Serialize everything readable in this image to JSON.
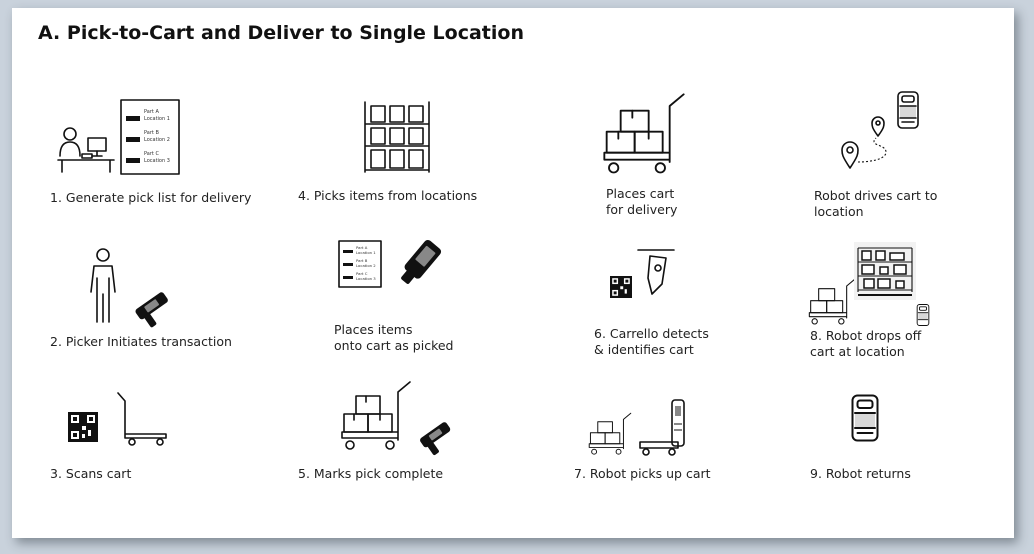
{
  "title": "A. Pick-to-Cart and Deliver to Single Location",
  "pick_list": {
    "items": [
      {
        "part": "Part A",
        "location": "Location 1"
      },
      {
        "part": "Part B",
        "location": "Location 2"
      },
      {
        "part": "Part C",
        "location": "Location 3"
      }
    ]
  },
  "steps": {
    "s1": {
      "line1": "1. Generate pick list for delivery"
    },
    "s2": {
      "line1": "2. Picker Initiates transaction"
    },
    "s3": {
      "line1": "3. Scans cart"
    },
    "s4": {
      "line1": "4. Picks items from locations"
    },
    "s4b": {
      "line1": "Places items",
      "line2": "onto cart as picked"
    },
    "s5": {
      "line1": "5. Marks pick complete"
    },
    "s5b": {
      "line1": "Places cart",
      "line2": "for delivery"
    },
    "s6": {
      "line1": "6. Carrello detects",
      "line2": "& identifies cart"
    },
    "s7": {
      "line1": "7. Robot picks up cart"
    },
    "s7b": {
      "line1": "Robot drives cart to",
      "line2": "location"
    },
    "s8": {
      "line1": "8. Robot drops off",
      "line2": "cart at location"
    },
    "s9": {
      "line1": "9. Robot returns"
    }
  },
  "icons": {
    "s1": [
      "workstation-icon",
      "pick-list-icon"
    ],
    "s2": [
      "person-icon",
      "handheld-scanner-icon"
    ],
    "s3": [
      "qr-code-icon",
      "cart-icon"
    ],
    "s4": [
      "shelving-icon"
    ],
    "s4b": [
      "pick-list-icon",
      "handheld-scanner-icon"
    ],
    "s5": [
      "loaded-cart-icon",
      "handheld-scanner-icon"
    ],
    "s5b": [
      "loaded-cart-icon"
    ],
    "s6": [
      "qr-code-icon",
      "sensor-icon"
    ],
    "s7": [
      "loaded-cart-icon",
      "robot-lifting-cart-icon"
    ],
    "s7b": [
      "route-pins-icon",
      "robot-icon"
    ],
    "s8": [
      "loaded-cart-icon",
      "storage-area-icon",
      "robot-icon"
    ],
    "s9": [
      "robot-icon"
    ]
  }
}
